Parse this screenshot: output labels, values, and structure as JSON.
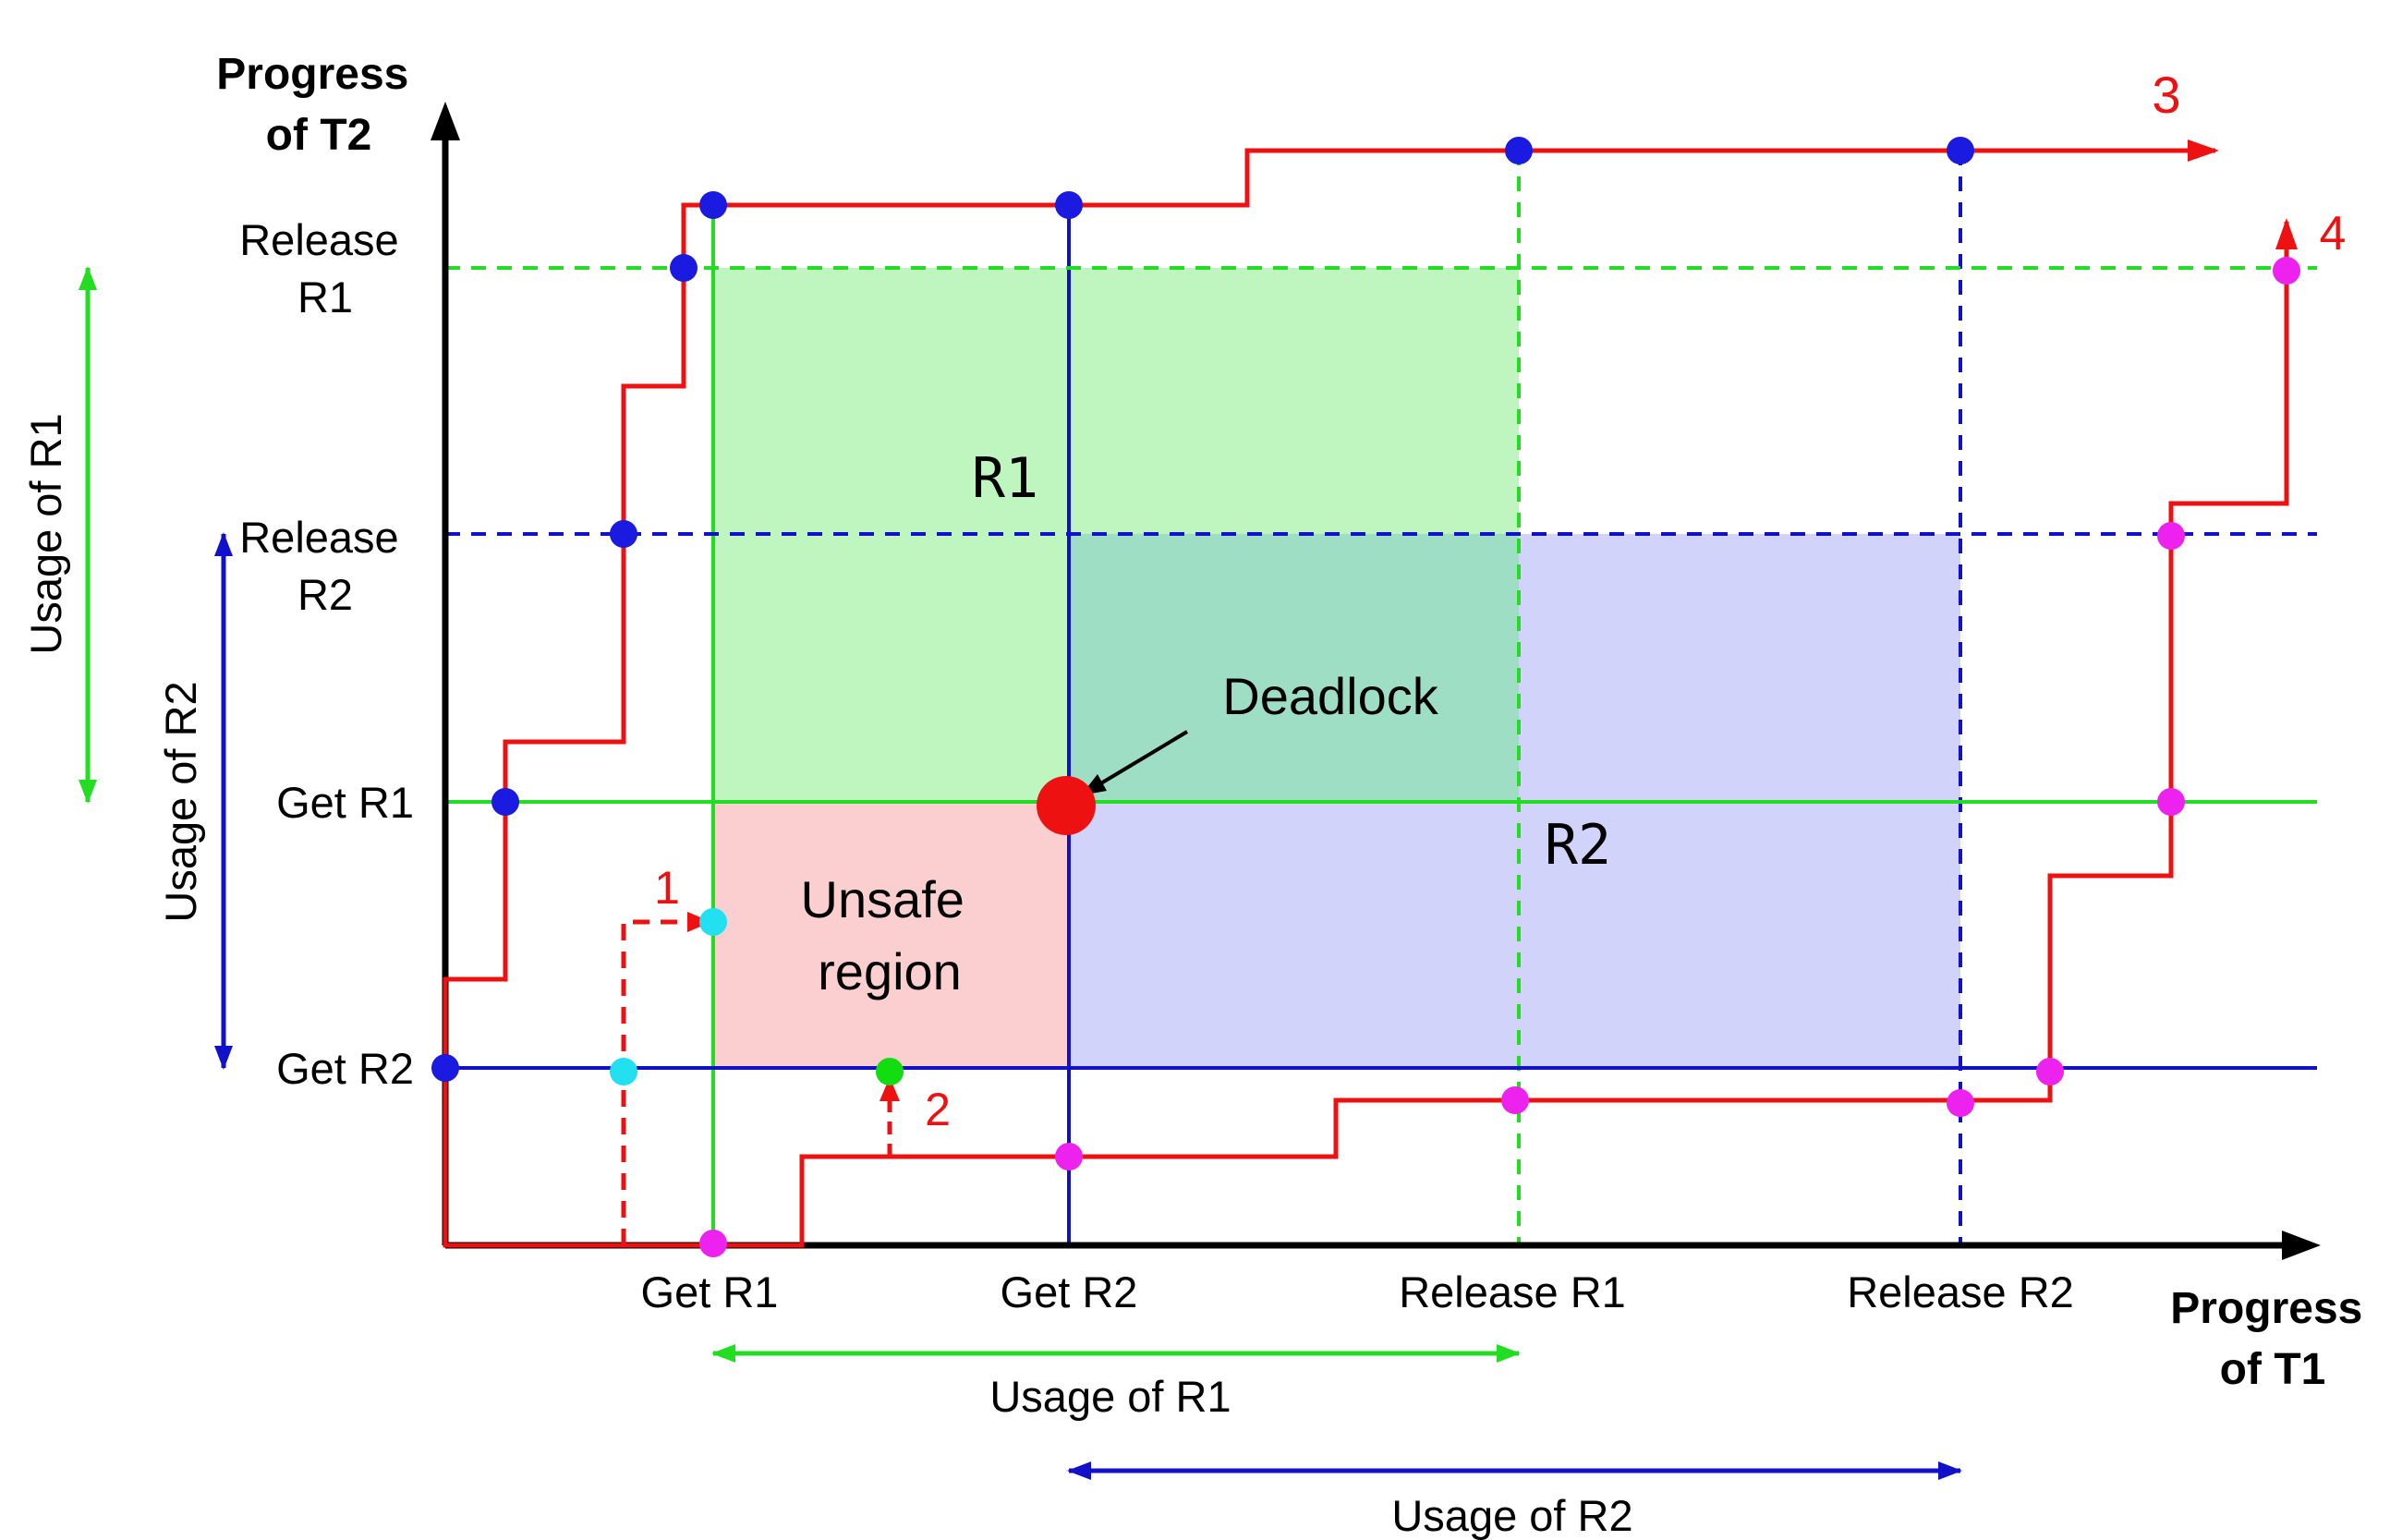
{
  "axes": {
    "x_title_line1": "Progress",
    "x_title_line2": "of T1",
    "y_title_line1": "Progress",
    "y_title_line2": "of T2"
  },
  "x_ticks": {
    "get_r1": "Get R1",
    "get_r2": "Get R2",
    "release_r1": "Release R1",
    "release_r2": "Release R2"
  },
  "y_ticks": {
    "get_r2": "Get R2",
    "get_r1": "Get R1",
    "release_r2_line1": "Release",
    "release_r2_line2": "R2",
    "release_r1_line1": "Release",
    "release_r1_line2": "R1"
  },
  "regions": {
    "r1": "R1",
    "r2": "R2",
    "unsafe_line1": "Unsafe",
    "unsafe_line2": "region",
    "deadlock": "Deadlock"
  },
  "usage": {
    "x_r1": "Usage of R1",
    "x_r2": "Usage of R2",
    "y_r1": "Usage of R1",
    "y_r2": "Usage of R2"
  },
  "paths": {
    "p1": "1",
    "p2": "2",
    "p3": "3",
    "p4": "4"
  },
  "colors": {
    "path": "#ee1111",
    "r1_resource": "#22dd22",
    "r2_resource": "#1111cc",
    "r1_region": "#bff5bf",
    "r2_region": "#d1d3fb",
    "overlap_region": "#9edec4",
    "unsafe_region": "#fbcfcf",
    "dot_blue": "#1a1ae0",
    "dot_magenta": "#ee22ee",
    "dot_cyan": "#22e0f0",
    "dot_green": "#11dd11"
  }
}
